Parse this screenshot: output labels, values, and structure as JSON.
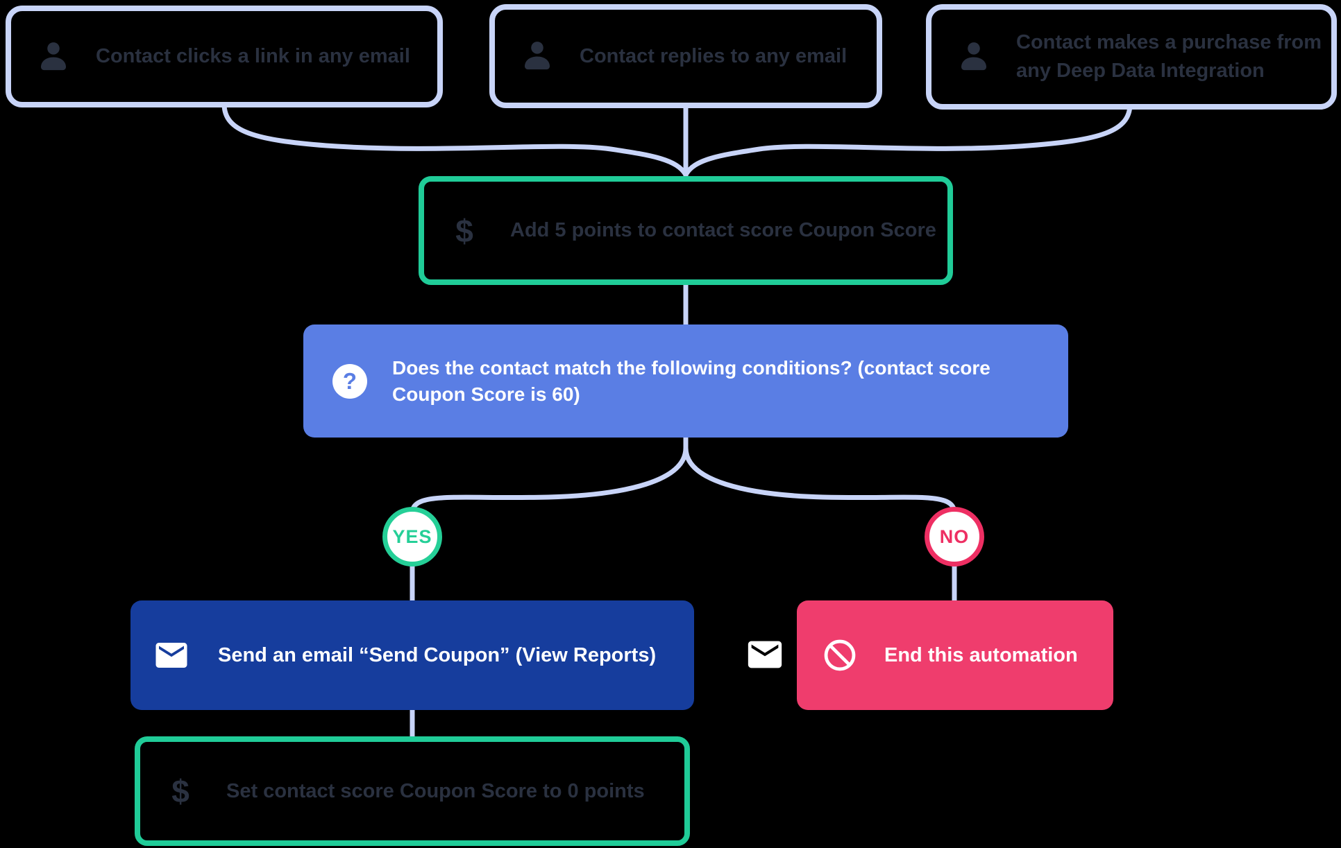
{
  "theme": {
    "canvas-bg": "#000000",
    "connector": "#c8d4f8",
    "trigger-border": "#c8d4f8",
    "dark-text": "#2a3140",
    "green": "#20cc98",
    "green-badge": "#25cf97",
    "blue": "#5a7ee4",
    "navy": "#163d9d",
    "pink": "#ef3d6d",
    "pink-badge": "#ee2f63",
    "white": "#ffffff"
  },
  "icons": {
    "dollar_glyph": "$",
    "question_glyph": "?"
  },
  "nodes": {
    "trigger_click": {
      "label": "Contact clicks a link in any email",
      "icon": "person-icon"
    },
    "trigger_reply": {
      "label": "Contact replies to any email",
      "icon": "person-icon"
    },
    "trigger_purchase": {
      "label": "Contact makes a purchase from any Deep Data Integration",
      "icon": "person-icon"
    },
    "add_points": {
      "label": "Add 5 points to contact score Coupon Score",
      "icon": "dollar-icon"
    },
    "condition": {
      "label": "Does the contact match the following conditions? (contact score Coupon Score is 60)",
      "icon": "question-mark-icon"
    },
    "yes_badge": {
      "label": "YES"
    },
    "no_badge": {
      "label": "NO"
    },
    "send_email": {
      "label": "Send an email “Send Coupon” (View Reports)",
      "icon": "email-icon"
    },
    "end_automation": {
      "label": "End this automation",
      "icon": "block-icon"
    },
    "set_score": {
      "label": "Set contact score Coupon Score to 0 points",
      "icon": "dollar-icon"
    }
  }
}
